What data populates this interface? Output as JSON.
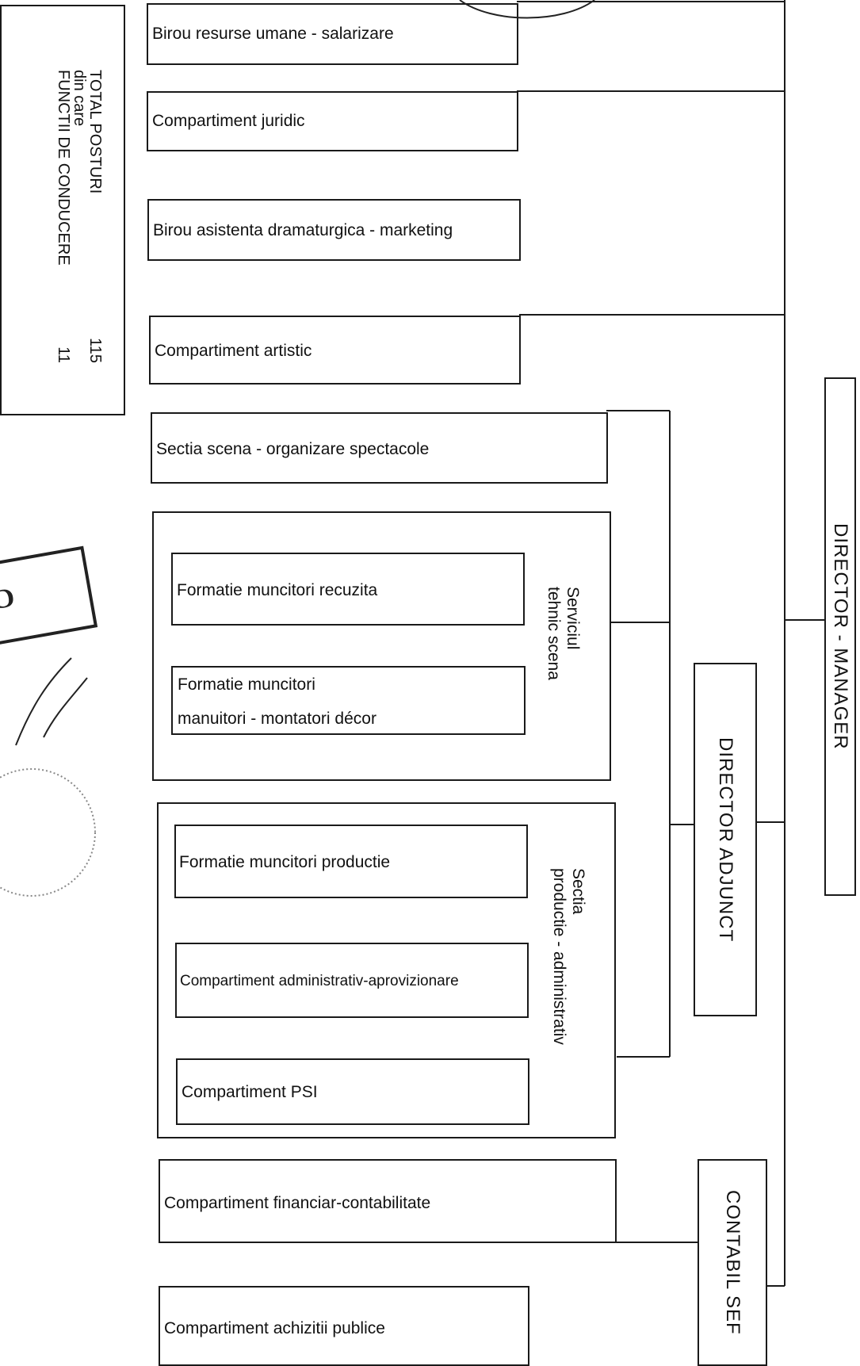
{
  "summary": {
    "total_label": "TOTAL POSTURI",
    "total_value": "115",
    "sub_label": "din care",
    "lead_label": "FUNCTII DE CONDUCERE",
    "lead_value": "11"
  },
  "top_units": [
    "Birou resurse umane - salarizare",
    "Compartiment juridic",
    "Birou asistenta dramaturgica - marketing",
    "Compartiment artistic"
  ],
  "sectia_scena": "Sectia scena - organizare spectacole",
  "serviciu_tehnic": {
    "title_line1": "Serviciul",
    "title_line2": "tehnic scena",
    "items": [
      "Formatie muncitori recuzita",
      "Formatie muncitori",
      "manuitori - montatori décor"
    ]
  },
  "sectia_productie": {
    "title_line1": "Sectia",
    "title_line2": "productie - administrativ",
    "items": [
      "Formatie muncitori productie",
      "Compartiment administrativ-aprovizionare",
      "Compartiment PSI"
    ]
  },
  "financial_units": [
    "Compartiment financiar-contabilitate",
    "Compartiment achizitii publice"
  ],
  "leaders": {
    "director_manager": "DIRECTOR - MANAGER",
    "director_adjunct": "DIRECTOR ADJUNCT",
    "contabil_sef": "CONTABIL SEF"
  },
  "stamp_text": "CONF ORIG"
}
